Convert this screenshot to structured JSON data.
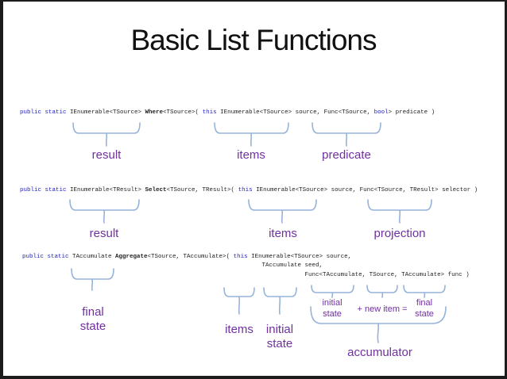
{
  "title": "Basic List Functions",
  "colors": {
    "label_purple": "#7030a0",
    "brace_blue": "#96b3d8",
    "keyword_blue": "#2323bb",
    "code_text": "#1f1f1f",
    "slide_background": "#ffffff",
    "frame_border": "#1c1c1c"
  },
  "functions": [
    {
      "name": "Where",
      "lines": [
        [
          {
            "t": "public static ",
            "k": 1
          },
          {
            "t": "IEnumerable<TSource> "
          },
          {
            "t": "Where",
            "b": 1
          },
          {
            "t": "<TSource>( "
          },
          {
            "t": "this ",
            "k": 1
          },
          {
            "t": "IEnumerable<TSource> source, Func<TSource, "
          },
          {
            "t": "bool",
            "k": 1
          },
          {
            "t": "> predicate )"
          }
        ]
      ],
      "labels": {
        "result": "result",
        "items": "items",
        "predicate": "predicate"
      }
    },
    {
      "name": "Select",
      "lines": [
        [
          {
            "t": "public static ",
            "k": 1
          },
          {
            "t": "IEnumerable<TResult> "
          },
          {
            "t": "Select",
            "b": 1
          },
          {
            "t": "<TSource, TResult>( "
          },
          {
            "t": "this ",
            "k": 1
          },
          {
            "t": "IEnumerable<TSource> source, Func<TSource, TResult> selector )"
          }
        ]
      ],
      "labels": {
        "result": "result",
        "items": "items",
        "projection": "projection"
      }
    },
    {
      "name": "Aggregate",
      "lines": [
        [
          {
            "t": "public static ",
            "k": 1
          },
          {
            "t": "TAccumulate "
          },
          {
            "t": "Aggregate",
            "b": 1
          },
          {
            "t": "<TSource, TAccumulate>( "
          },
          {
            "t": "this ",
            "k": 1
          },
          {
            "t": "IEnumerable<TSource> source,"
          }
        ],
        [
          {
            "pad": 67,
            "t": "TAccumulate seed,"
          }
        ],
        [
          {
            "pad": 79,
            "t": "Func<TAccumulate, TSource, TAccumulate> func )"
          }
        ]
      ],
      "labels": {
        "final_state": "final\nstate",
        "items": "items",
        "initial_state": "initial\nstate",
        "acc_initial_state": "initial\nstate",
        "acc_plus_new_item": "+ new item =",
        "acc_final_state": "final\nstate",
        "accumulator": "accumulator"
      }
    }
  ]
}
